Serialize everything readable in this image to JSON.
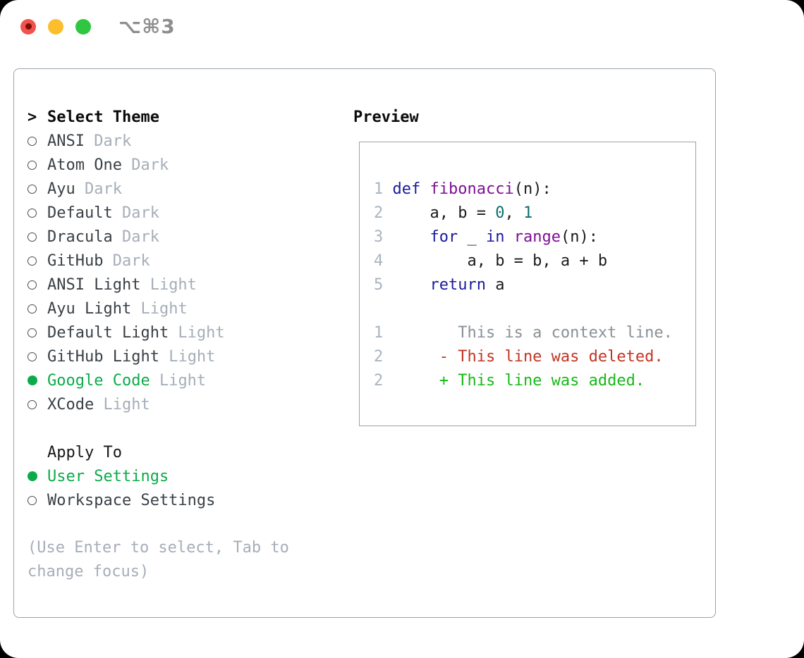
{
  "window": {
    "title": "⌥⌘3"
  },
  "picker": {
    "cursor": ">",
    "title": "Select Theme",
    "themes": [
      {
        "name": "ANSI",
        "variant": "Dark",
        "selected": false
      },
      {
        "name": "Atom One",
        "variant": "Dark",
        "selected": false
      },
      {
        "name": "Ayu",
        "variant": "Dark",
        "selected": false
      },
      {
        "name": "Default",
        "variant": "Dark",
        "selected": false
      },
      {
        "name": "Dracula",
        "variant": "Dark",
        "selected": false
      },
      {
        "name": "GitHub",
        "variant": "Dark",
        "selected": false
      },
      {
        "name": "ANSI Light",
        "variant": "Light",
        "selected": false
      },
      {
        "name": "Ayu Light",
        "variant": "Light",
        "selected": false
      },
      {
        "name": "Default Light",
        "variant": "Light",
        "selected": false
      },
      {
        "name": "GitHub Light",
        "variant": "Light",
        "selected": false
      },
      {
        "name": "Google Code",
        "variant": "Light",
        "selected": true
      },
      {
        "name": "XCode",
        "variant": "Light",
        "selected": false
      }
    ],
    "apply_to": {
      "label": "Apply To",
      "options": [
        {
          "name": "User Settings",
          "selected": true
        },
        {
          "name": "Workspace Settings",
          "selected": false
        }
      ]
    },
    "help": "(Use Enter to select, Tab to change focus)"
  },
  "preview": {
    "title": "Preview",
    "code_lines": [
      {
        "num": "1",
        "tokens": [
          [
            "def",
            "kw"
          ],
          [
            " ",
            "p"
          ],
          [
            "fibonacci",
            "fn"
          ],
          [
            "(n):",
            "p"
          ]
        ]
      },
      {
        "num": "2",
        "tokens": [
          [
            "    a, b = ",
            "p"
          ],
          [
            "0",
            "num"
          ],
          [
            ", ",
            "p"
          ],
          [
            "1",
            "num"
          ]
        ]
      },
      {
        "num": "3",
        "tokens": [
          [
            "    ",
            "p"
          ],
          [
            "for",
            "kw"
          ],
          [
            " _ ",
            "p"
          ],
          [
            "in",
            "kw"
          ],
          [
            " ",
            "p"
          ],
          [
            "range",
            "fn"
          ],
          [
            "(n):",
            "p"
          ]
        ]
      },
      {
        "num": "4",
        "tokens": [
          [
            "        a, b = b, a + b",
            "p"
          ]
        ]
      },
      {
        "num": "5",
        "tokens": [
          [
            "    ",
            "p"
          ],
          [
            "return",
            "kw"
          ],
          [
            " a",
            "p"
          ]
        ]
      }
    ],
    "diff_lines": [
      {
        "num": "1",
        "tokens": [
          [
            "       This is a context line.",
            "ctx"
          ]
        ]
      },
      {
        "num": "2",
        "tokens": [
          [
            "     ",
            "p"
          ],
          [
            "- This line was deleted.",
            "del"
          ]
        ]
      },
      {
        "num": "2",
        "tokens": [
          [
            "     ",
            "p"
          ],
          [
            "+ This line was added.",
            "add"
          ]
        ]
      }
    ]
  },
  "colors": {
    "keyword": "#1a1aa0",
    "function_name": "#7d0f96",
    "number_literal": "#0e6e6e",
    "plain_code": "#1b1b1b",
    "line_number": "#a9b4c0",
    "context_line": "#8a9096",
    "deleted_line": "#c23422",
    "added_line": "#17b817",
    "selected_green": "#0cab4a",
    "muted_text": "#a6aeb8",
    "theme_name_text": "#3a4046",
    "panel_border": "#9aa2ae",
    "window_title_gray": "#8e8e8e",
    "traffic_red": "#f2524c",
    "traffic_yellow": "#fbbf2d",
    "traffic_green": "#2fc641"
  }
}
